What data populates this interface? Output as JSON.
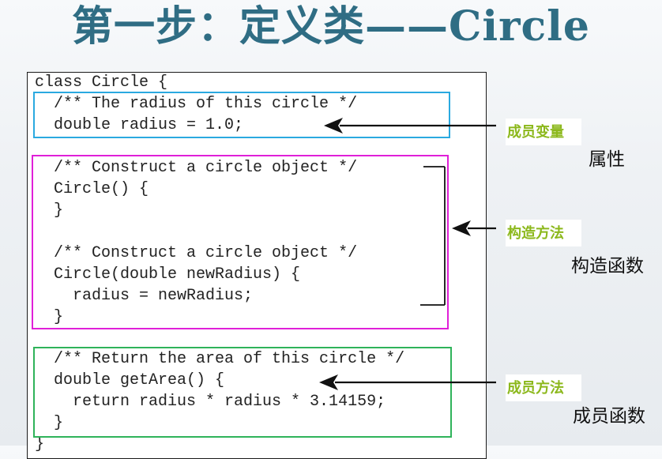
{
  "title": "第一步：定义类——Circle",
  "code_lines": [
    "class Circle {",
    "  /** The radius of this circle */",
    "  double radius = 1.0;",
    "",
    "  /** Construct a circle object */",
    "  Circle() {",
    "  }",
    "",
    "  /** Construct a circle object */",
    "  Circle(double newRadius) {",
    "    radius = newRadius;",
    "  }",
    "",
    "  /** Return the area of this circle */",
    "  double getArea() {",
    "    return radius * radius * 3.14159;",
    "  }",
    "}"
  ],
  "annotations": {
    "member_variable": {
      "label": "成员变量",
      "meaning": "属性"
    },
    "constructor": {
      "label": "构造方法",
      "meaning": "构造函数"
    },
    "member_method": {
      "label": "成员方法",
      "meaning": "成员函数"
    }
  },
  "colors": {
    "title": "#2f6d84",
    "box_variable": "#2aa9e0",
    "box_constructor": "#e020d8",
    "box_method": "#2fb35a",
    "label_green": "#8cb81c"
  }
}
